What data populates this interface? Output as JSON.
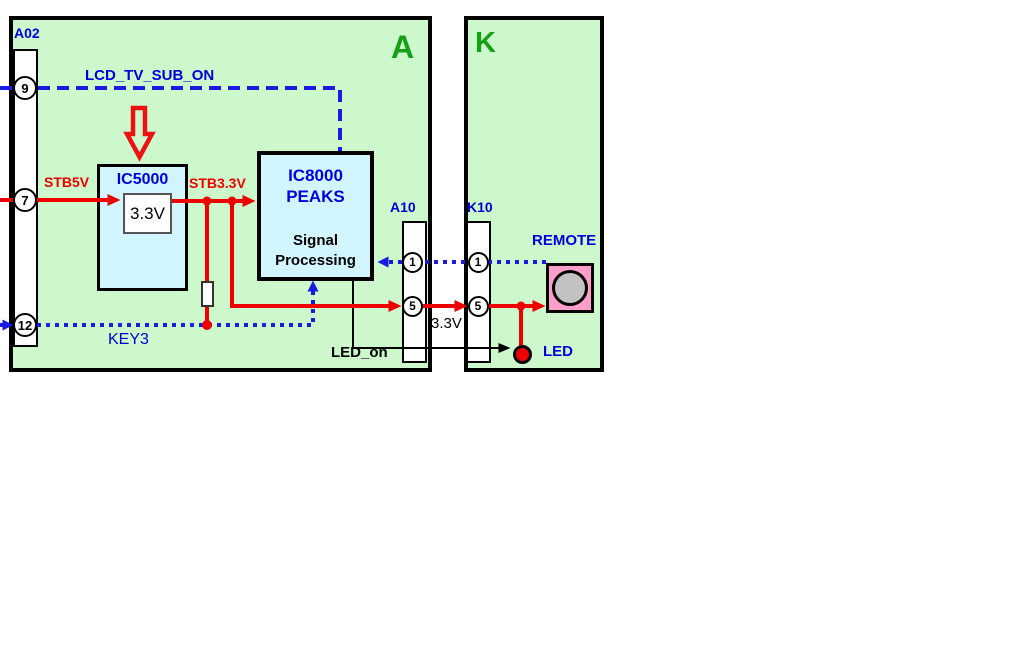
{
  "boards": {
    "a": {
      "letter": "A",
      "connector_a02": {
        "label": "A02",
        "pin9": "9",
        "pin7": "7",
        "pin12": "12"
      },
      "connector_a10": {
        "label": "A10",
        "pin1": "1",
        "pin5": "5"
      },
      "ic5000": {
        "title": "IC5000",
        "regulator_value": "3.3V"
      },
      "ic8000": {
        "title": "IC8000",
        "subtitle": "PEAKS",
        "function_line1": "Signal",
        "function_line2": "Processing"
      }
    },
    "k": {
      "letter": "K",
      "connector_k10": {
        "label": "K10",
        "pin1": "1",
        "pin5": "5"
      },
      "remote_label": "REMOTE",
      "led_label": "LED"
    }
  },
  "signals": {
    "lcd_tv_sub_on": "LCD_TV_SUB_ON",
    "stb5v": "STB5V",
    "stb3v3": "STB3.3V",
    "key3": "KEY3",
    "v33_between_connectors": "3.3V",
    "led_on": "LED_on"
  },
  "colors": {
    "board_fill": "#ccf8cc",
    "ic_block_fill": "#d2f6ff",
    "remote_fill": "#ff9ecb",
    "remote_lens_gray": "#c2c2c2",
    "wire_red": "#ee0000",
    "wire_blue": "#1a1ae0",
    "wire_black": "#000000",
    "label_blue": "#0000dd",
    "label_red": "#ee0000",
    "board_letter_green": "#16a016"
  }
}
